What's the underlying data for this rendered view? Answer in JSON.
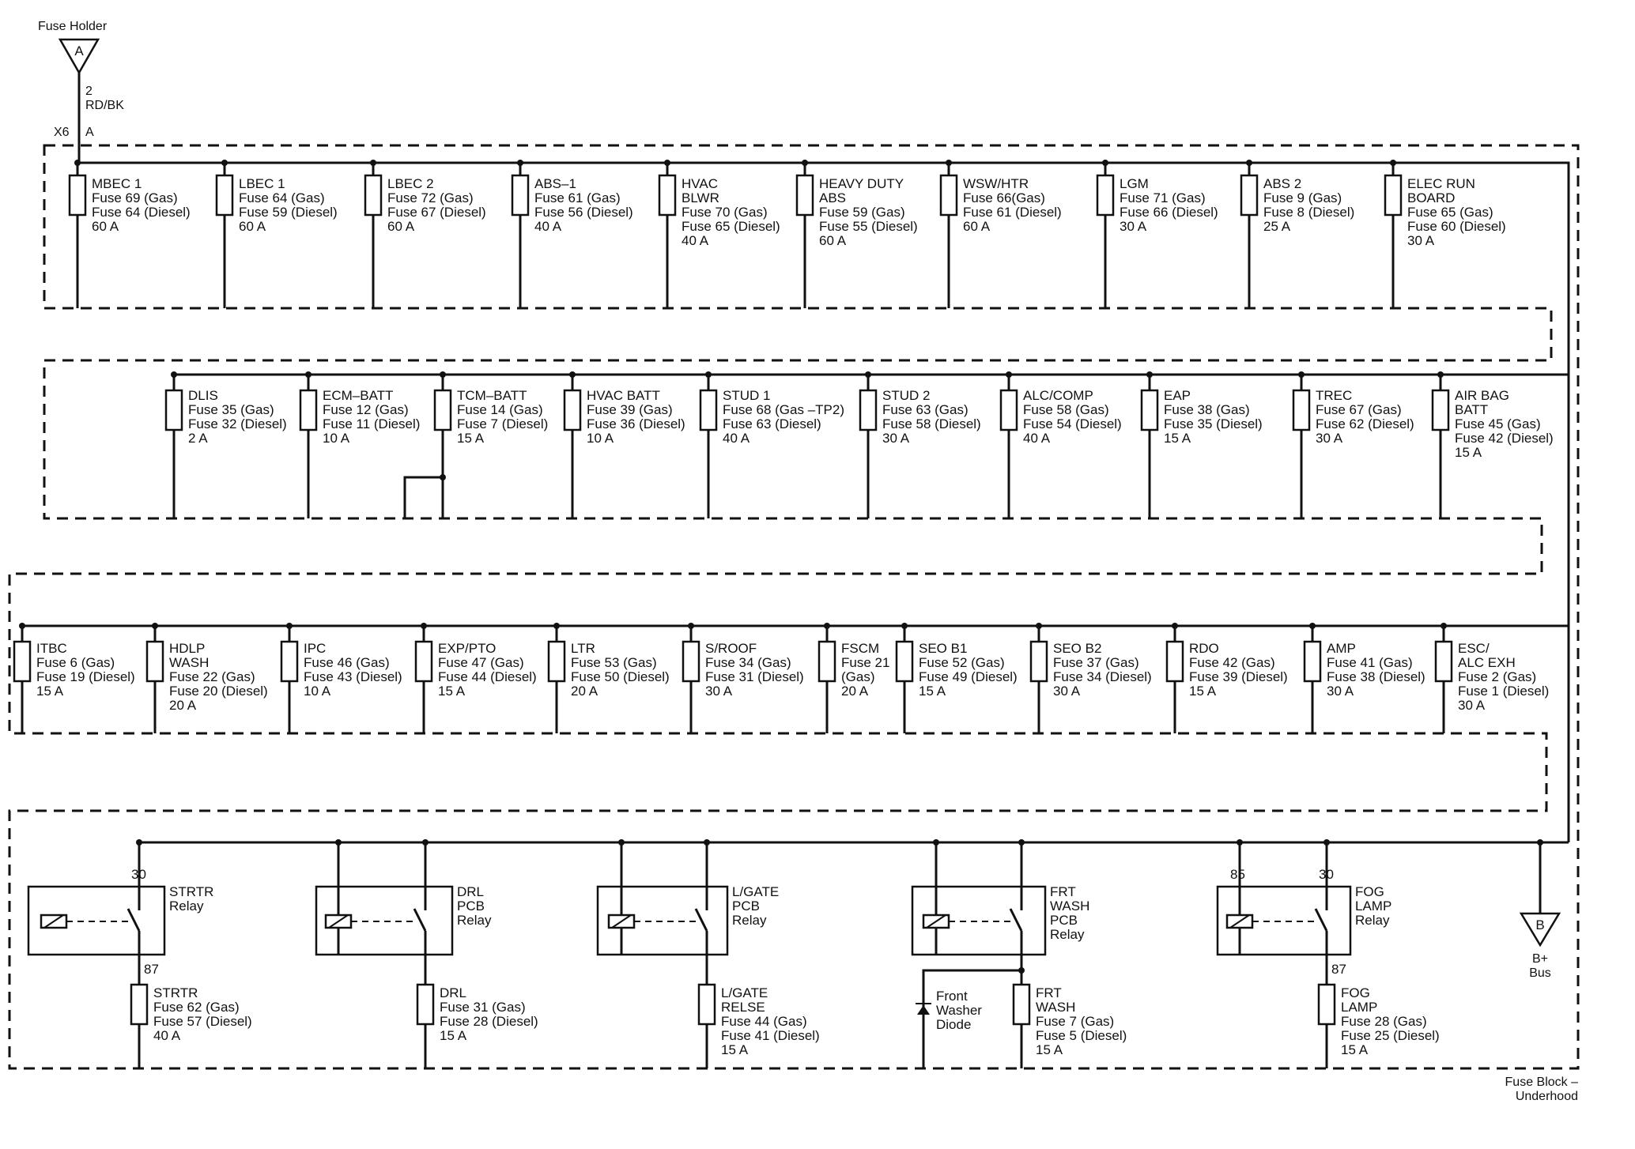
{
  "header": {
    "fuse_holder_label": "Fuse Holder",
    "connector_letter": "A",
    "wire_number": "2",
    "wire_color": "RD/BK",
    "connector_id": "X6",
    "connector_pin": "A"
  },
  "rows": [
    {
      "fuses": [
        {
          "lines": [
            "MBEC 1",
            "Fuse 69 (Gas)",
            "Fuse 64 (Diesel)",
            "60 A"
          ]
        },
        {
          "lines": [
            "LBEC 1",
            "Fuse 64 (Gas)",
            "Fuse 59 (Diesel)",
            "60 A"
          ]
        },
        {
          "lines": [
            "LBEC 2",
            "Fuse 72 (Gas)",
            "Fuse 67 (Diesel)",
            "60 A"
          ]
        },
        {
          "lines": [
            "ABS–1",
            "Fuse 61 (Gas)",
            "Fuse 56 (Diesel)",
            "40 A"
          ]
        },
        {
          "lines": [
            "HVAC",
            "BLWR",
            "Fuse 70 (Gas)",
            "Fuse 65 (Diesel)",
            "40 A"
          ]
        },
        {
          "lines": [
            "HEAVY DUTY",
            "ABS",
            "Fuse 59 (Gas)",
            "Fuse 55 (Diesel)",
            "60 A"
          ]
        },
        {
          "lines": [
            "WSW/HTR",
            "Fuse 66(Gas)",
            "Fuse 61 (Diesel)",
            "60 A"
          ]
        },
        {
          "lines": [
            "LGM",
            "Fuse 71 (Gas)",
            "Fuse 66 (Diesel)",
            "30 A"
          ]
        },
        {
          "lines": [
            "ABS 2",
            "Fuse 9 (Gas)",
            "Fuse 8 (Diesel)",
            "25 A"
          ]
        },
        {
          "lines": [
            "ELEC RUN",
            "BOARD",
            "Fuse 65 (Gas)",
            "Fuse 60 (Diesel)",
            "30 A"
          ]
        }
      ]
    },
    {
      "fuses": [
        {
          "lines": [
            "DLIS",
            "Fuse 35 (Gas)",
            "Fuse 32 (Diesel)",
            "2 A"
          ]
        },
        {
          "lines": [
            "ECM–BATT",
            "Fuse 12 (Gas)",
            "Fuse 11 (Diesel)",
            "10 A"
          ]
        },
        {
          "lines": [
            "TCM–BATT",
            "Fuse 14 (Gas)",
            "Fuse 7 (Diesel)",
            "15 A"
          ]
        },
        {
          "lines": [
            "HVAC BATT",
            "Fuse 39 (Gas)",
            "Fuse 36 (Diesel)",
            "10 A"
          ]
        },
        {
          "lines": [
            "STUD 1",
            "Fuse 68 (Gas –TP2)",
            "Fuse 63 (Diesel)",
            "40 A"
          ]
        },
        {
          "lines": [
            "STUD 2",
            "Fuse 63 (Gas)",
            "Fuse 58 (Diesel)",
            "30 A"
          ]
        },
        {
          "lines": [
            "ALC/COMP",
            "Fuse 58 (Gas)",
            "Fuse 54 (Diesel)",
            "40 A"
          ]
        },
        {
          "lines": [
            "EAP",
            "Fuse 38 (Gas)",
            "Fuse 35 (Diesel)",
            "15 A"
          ]
        },
        {
          "lines": [
            "TREC",
            "Fuse 67 (Gas)",
            "Fuse 62 (Diesel)",
            "30 A"
          ]
        },
        {
          "lines": [
            "AIR BAG",
            "BATT",
            "Fuse 45 (Gas)",
            "Fuse 42 (Diesel)",
            "15 A"
          ]
        }
      ]
    },
    {
      "fuses": [
        {
          "lines": [
            "ITBC",
            "Fuse 6 (Gas)",
            "Fuse 19 (Diesel)",
            "15 A"
          ]
        },
        {
          "lines": [
            "HDLP",
            "WASH",
            "Fuse 22 (Gas)",
            "Fuse 20 (Diesel)",
            "20 A"
          ]
        },
        {
          "lines": [
            "IPC",
            "Fuse 46 (Gas)",
            "Fuse 43 (Diesel)",
            "10 A"
          ]
        },
        {
          "lines": [
            "EXP/PTO",
            "Fuse 47 (Gas)",
            "Fuse 44 (Diesel)",
            "15 A"
          ]
        },
        {
          "lines": [
            "LTR",
            "Fuse 53 (Gas)",
            "Fuse 50 (Diesel)",
            "20 A"
          ]
        },
        {
          "lines": [
            "S/ROOF",
            "Fuse 34 (Gas)",
            "Fuse 31 (Diesel)",
            "30 A"
          ]
        },
        {
          "lines": [
            "FSCM",
            "Fuse 21",
            "(Gas)",
            "20 A"
          ]
        },
        {
          "lines": [
            "SEO B1",
            "Fuse 52 (Gas)",
            "Fuse 49 (Diesel)",
            "15 A"
          ]
        },
        {
          "lines": [
            "SEO B2",
            "Fuse 37 (Gas)",
            "Fuse 34 (Diesel)",
            "30 A"
          ]
        },
        {
          "lines": [
            "RDO",
            "Fuse 42 (Gas)",
            "Fuse 39 (Diesel)",
            "15 A"
          ]
        },
        {
          "lines": [
            "AMP",
            "Fuse 41 (Gas)",
            "Fuse 38 (Diesel)",
            "30 A"
          ]
        },
        {
          "lines": [
            "ESC/",
            "ALC EXH",
            "Fuse 2 (Gas)",
            "Fuse 1 (Diesel)",
            "30 A"
          ]
        }
      ]
    }
  ],
  "relays": [
    {
      "pin_top": "30",
      "pin_bottom": "87",
      "relay_lines": [
        "STRTR",
        "Relay"
      ],
      "fuse_lines": [
        "STRTR",
        "Fuse 62 (Gas)",
        "Fuse 57 (Diesel)",
        "40 A"
      ]
    },
    {
      "pin_top": "",
      "pin_bottom": "",
      "relay_lines": [
        "DRL",
        "PCB",
        "Relay"
      ],
      "fuse_lines": [
        "DRL",
        "Fuse 31 (Gas)",
        "Fuse 28 (Diesel)",
        "15 A"
      ]
    },
    {
      "pin_top": "",
      "pin_bottom": "",
      "relay_lines": [
        "L/GATE",
        "PCB",
        "Relay"
      ],
      "fuse_lines": [
        "L/GATE",
        "RELSE",
        "Fuse 44 (Gas)",
        "Fuse 41 (Diesel)",
        "15 A"
      ]
    },
    {
      "pin_top": "",
      "pin_bottom": "",
      "relay_lines": [
        "FRT",
        "WASH",
        "PCB",
        "Relay"
      ],
      "fuse_lines": [
        "FRT",
        "WASH",
        "Fuse 7 (Gas)",
        "Fuse 5 (Diesel)",
        "15 A"
      ]
    },
    {
      "pin_top": "30",
      "pin_bottom": "87",
      "coil_pin": "85",
      "relay_lines": [
        "FOG",
        "LAMP",
        "Relay"
      ],
      "fuse_lines": [
        "FOG",
        "LAMP",
        "Fuse 28 (Gas)",
        "Fuse 25 (Diesel)",
        "15 A"
      ]
    }
  ],
  "diode_lines": [
    "Front",
    "Washer",
    "Diode"
  ],
  "bus": {
    "letter": "B",
    "lines": [
      "B+",
      "Bus"
    ]
  },
  "footer_lines": [
    "Fuse Block –",
    "Underhood"
  ]
}
